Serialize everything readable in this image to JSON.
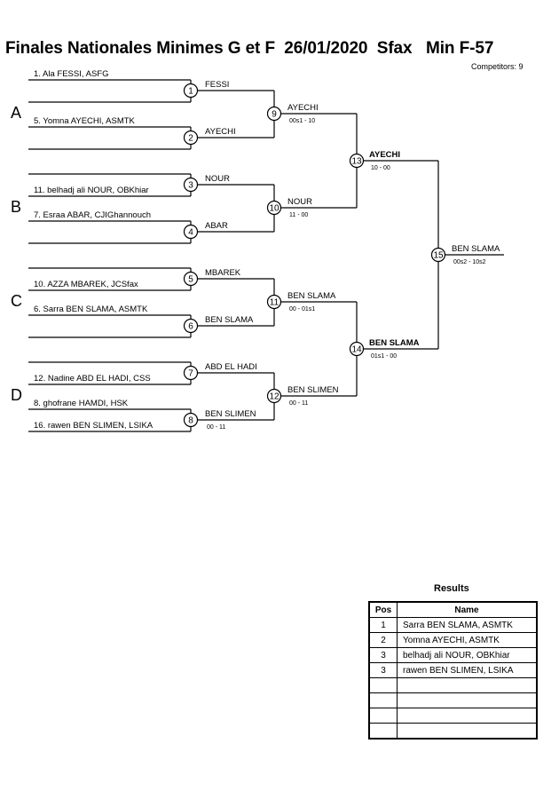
{
  "header": {
    "title": "Finales Nationales Minimes G et F  26/01/2020  Sfax   Min F-57",
    "competitors": "Competitors: 9"
  },
  "pools": [
    "A",
    "B",
    "C",
    "D"
  ],
  "entrants": [
    "1. Ala FESSI, ASFG",
    "5. Yomna AYECHI, ASMTK",
    "11. belhadj ali NOUR, OBKhiar",
    "7. Esraa ABAR, CJIGhannouch",
    "10. AZZA MBAREK, JCSfax",
    "6. Sarra BEN SLAMA, ASMTK",
    "12. Nadine ABD EL HADI, CSS",
    "8. ghofrane HAMDI, HSK",
    "16. rawen BEN SLIMEN, LSIKA"
  ],
  "round1": [
    {
      "match": "1",
      "winner": "FESSI",
      "score": ""
    },
    {
      "match": "2",
      "winner": "AYECHI",
      "score": ""
    },
    {
      "match": "3",
      "winner": "NOUR",
      "score": ""
    },
    {
      "match": "4",
      "winner": "ABAR",
      "score": ""
    },
    {
      "match": "5",
      "winner": "MBAREK",
      "score": ""
    },
    {
      "match": "6",
      "winner": "BEN SLAMA",
      "score": ""
    },
    {
      "match": "7",
      "winner": "ABD EL HADI",
      "score": ""
    },
    {
      "match": "8",
      "winner": "BEN SLIMEN",
      "score": "00 - 11"
    }
  ],
  "round2": [
    {
      "match": "9",
      "winner": "AYECHI",
      "score": "00s1 - 10"
    },
    {
      "match": "10",
      "winner": "NOUR",
      "score": "11 - 00"
    },
    {
      "match": "11",
      "winner": "BEN SLAMA",
      "score": "00 - 01s1"
    },
    {
      "match": "12",
      "winner": "BEN SLIMEN",
      "score": "00 - 11"
    }
  ],
  "semis": [
    {
      "match": "13",
      "winner": "AYECHI",
      "score": "10 - 00"
    },
    {
      "match": "14",
      "winner": "BEN SLAMA",
      "score": "01s1 - 00"
    }
  ],
  "final": {
    "match": "15",
    "winner": "BEN SLAMA",
    "score": "00s2 - 10s2"
  },
  "results": {
    "title": "Results",
    "header_pos": "Pos",
    "header_name": "Name",
    "rows": [
      {
        "pos": "1",
        "name": "Sarra BEN SLAMA, ASMTK"
      },
      {
        "pos": "2",
        "name": "Yomna AYECHI, ASMTK"
      },
      {
        "pos": "3",
        "name": "belhadj ali NOUR, OBKhiar"
      },
      {
        "pos": "3",
        "name": "rawen BEN SLIMEN, LSIKA"
      },
      {
        "pos": "",
        "name": ""
      },
      {
        "pos": "",
        "name": ""
      },
      {
        "pos": "",
        "name": ""
      },
      {
        "pos": "",
        "name": ""
      }
    ]
  }
}
